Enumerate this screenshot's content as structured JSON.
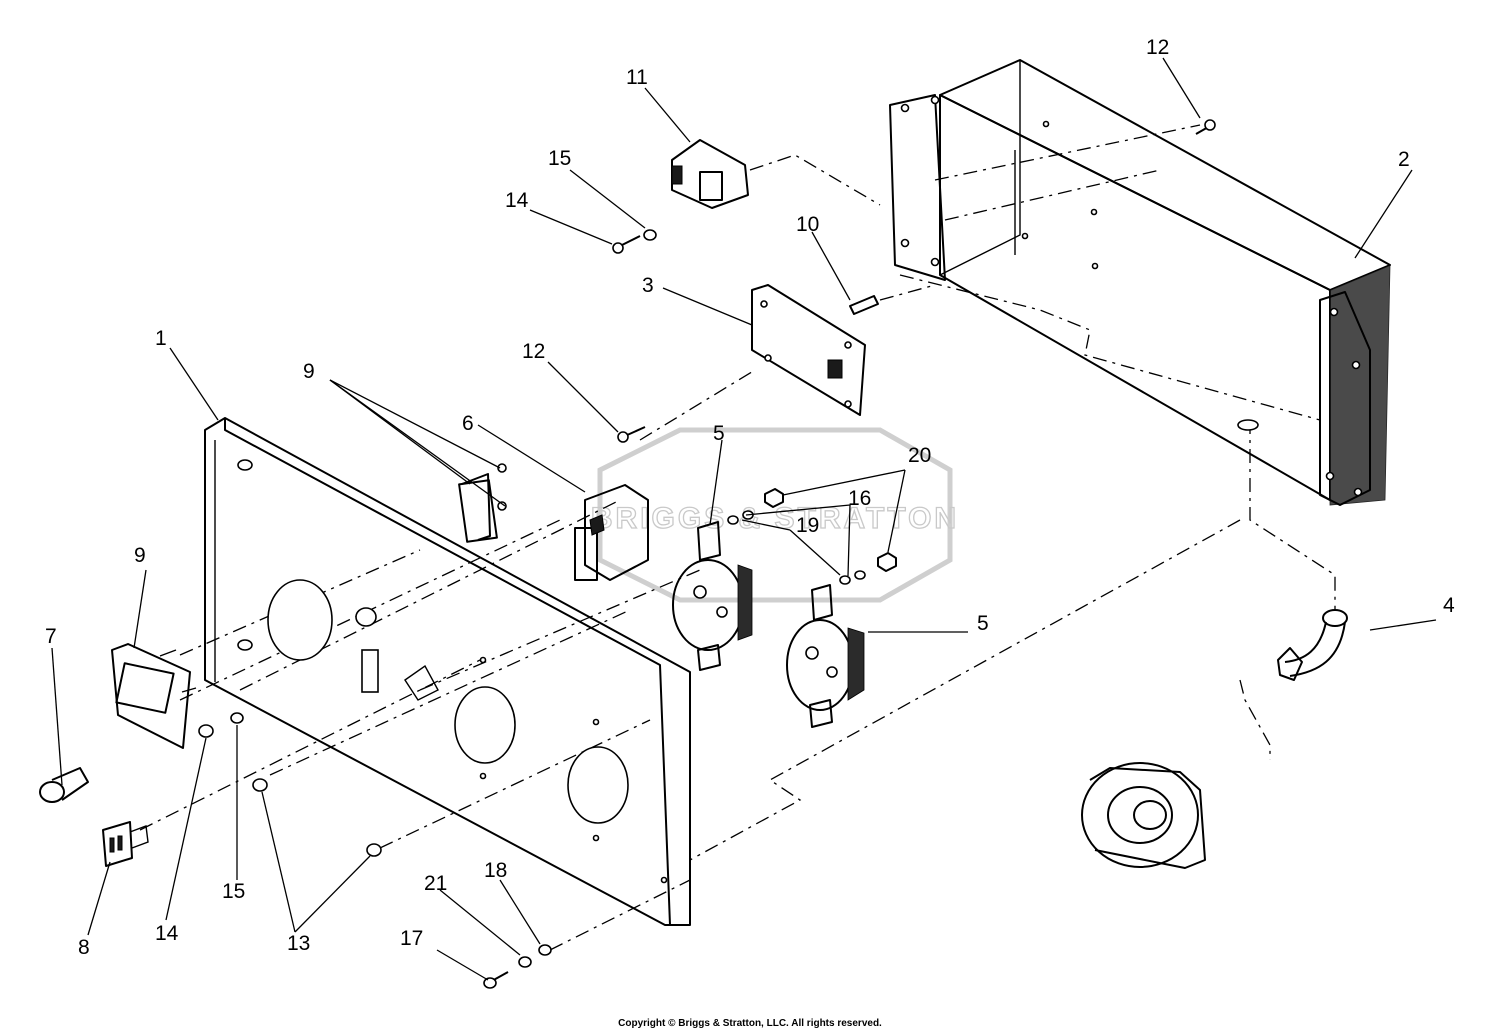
{
  "watermark": {
    "text": "BRIGGS & STRATTON"
  },
  "callouts": [
    {
      "id": "c1",
      "text": "1"
    },
    {
      "id": "c2",
      "text": "2"
    },
    {
      "id": "c3",
      "text": "3"
    },
    {
      "id": "c4",
      "text": "4"
    },
    {
      "id": "c5a",
      "text": "5"
    },
    {
      "id": "c5b",
      "text": "5"
    },
    {
      "id": "c6",
      "text": "6"
    },
    {
      "id": "c7",
      "text": "7"
    },
    {
      "id": "c8",
      "text": "8"
    },
    {
      "id": "c9a",
      "text": "9"
    },
    {
      "id": "c9b",
      "text": "9"
    },
    {
      "id": "c10",
      "text": "10"
    },
    {
      "id": "c11",
      "text": "11"
    },
    {
      "id": "c12a",
      "text": "12"
    },
    {
      "id": "c12b",
      "text": "12"
    },
    {
      "id": "c13",
      "text": "13"
    },
    {
      "id": "c14a",
      "text": "14"
    },
    {
      "id": "c14b",
      "text": "14"
    },
    {
      "id": "c15a",
      "text": "15"
    },
    {
      "id": "c15b",
      "text": "15"
    },
    {
      "id": "c16",
      "text": "16"
    },
    {
      "id": "c17",
      "text": "17"
    },
    {
      "id": "c18",
      "text": "18"
    },
    {
      "id": "c19",
      "text": "19"
    },
    {
      "id": "c20",
      "text": "20"
    },
    {
      "id": "c21",
      "text": "21"
    }
  ],
  "footer": {
    "copyright": "Copyright © Briggs & Stratton, LLC. All rights reserved."
  }
}
